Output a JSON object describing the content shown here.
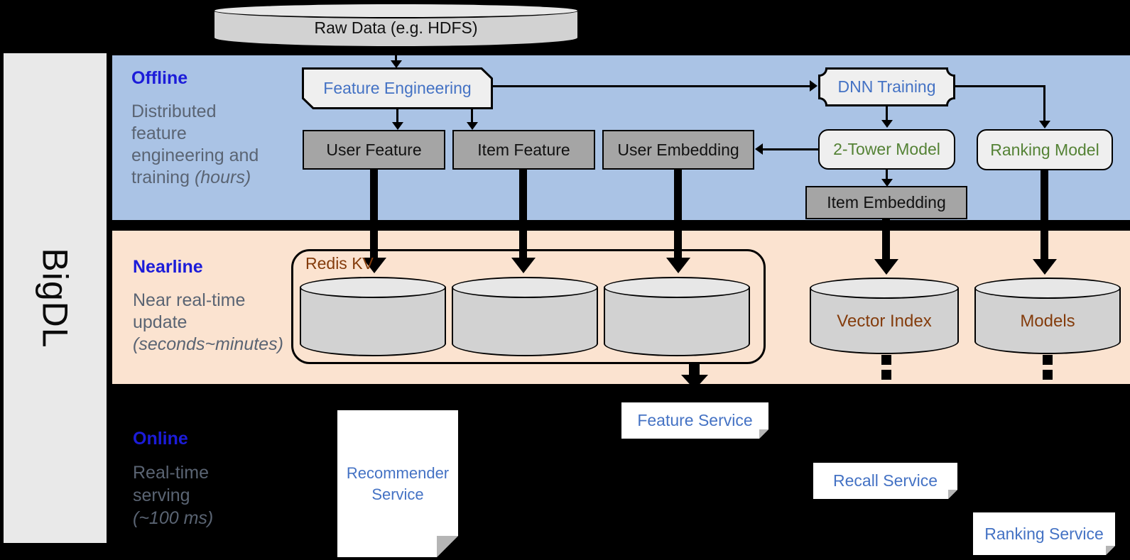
{
  "colors": {
    "bg": "#000000",
    "sidebar_bg": "#e9e9e9",
    "offline_band": "#aac3e5",
    "nearline_band": "#fbe3d0",
    "dark_box": "#a5a5a5",
    "light_box": "#efefef",
    "white_box": "#ffffff",
    "cyl_body": "#d2d2d2",
    "cyl_top": "#e7e7e7",
    "header_blue": "#1c1cd9",
    "subtitle_gray": "#5a6473",
    "node_blue": "#4472c4",
    "node_green": "#548235",
    "node_brown": "#843c0c",
    "line_black": "#000000",
    "fold_gray": "#b5b5b5"
  },
  "brand": {
    "name": "BigDL"
  },
  "source": {
    "raw_data_label": "Raw Data (e.g. HDFS)"
  },
  "sections": {
    "offline": {
      "title": "Offline",
      "lines": [
        "Distributed",
        "feature",
        "engineering and"
      ],
      "tail": "training ",
      "tail_italic": "(hours)"
    },
    "nearline": {
      "title": "Nearline",
      "lines": [
        "Near real-time",
        "update"
      ],
      "tail_italic": "(seconds~minutes)"
    },
    "online": {
      "title": "Online",
      "lines": [
        "Real-time",
        "serving"
      ],
      "tail_italic": "(~100 ms)"
    }
  },
  "nodes": {
    "feature_engineering": "Feature Engineering",
    "dnn_training": "DNN Training",
    "user_feature": "User Feature",
    "item_feature": "Item Feature",
    "user_embedding": "User Embedding",
    "two_tower_model": "2-Tower Model",
    "ranking_model": "Ranking Model",
    "item_embedding": "Item Embedding",
    "redis_kv": "Redis KV",
    "vector_index": "Vector Index",
    "models": "Models",
    "feature_service": "Feature Service",
    "recall_service": "Recall Service",
    "ranking_service": "Ranking Service",
    "recommender_service_line1": "Recommender",
    "recommender_service_line2": "Service"
  }
}
